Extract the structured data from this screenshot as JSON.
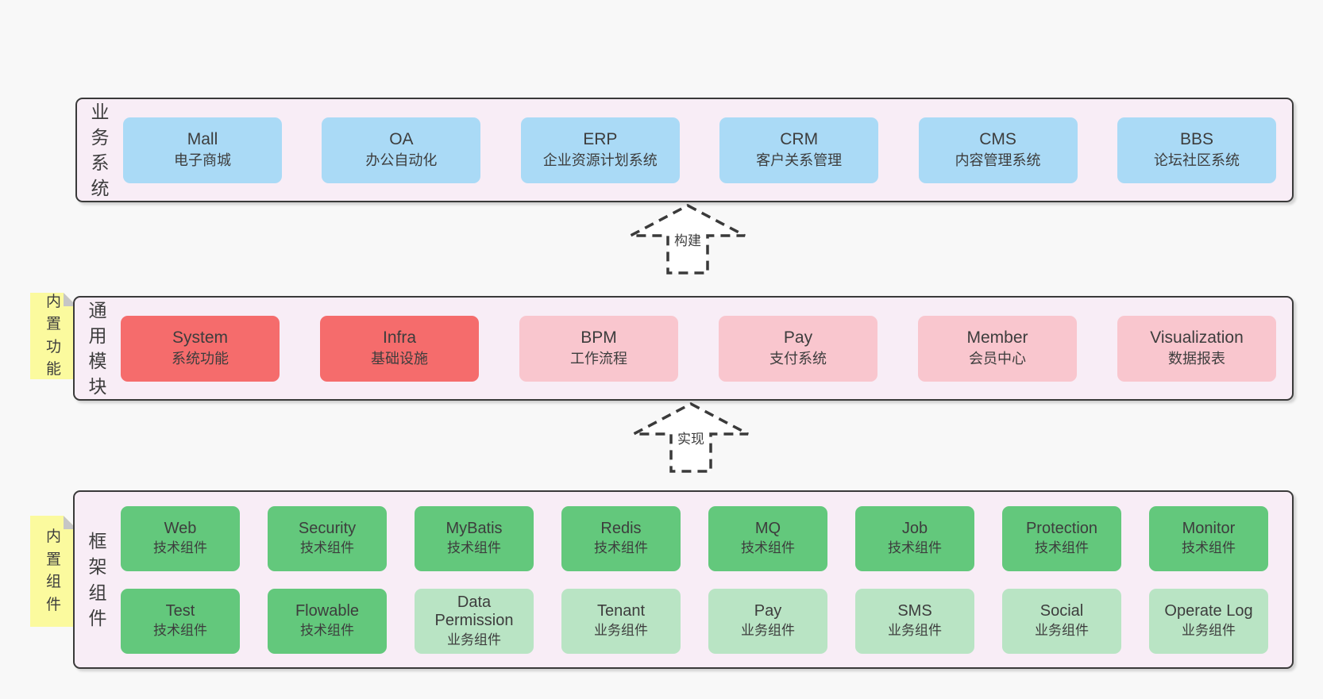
{
  "colors": {
    "page_bg": "#f8f8f8",
    "container_bg": "#f8edf6",
    "border": "#3a3a3a",
    "text": "#3d3d3d",
    "blue": "#aadaf6",
    "red": "#f56c6c",
    "pink": "#f9c6ce",
    "green": "#63c87c",
    "light_green": "#b9e4c4",
    "sticky_yellow": "#fbfa9e",
    "fold_gray": "#c6c6c6",
    "arrow_fill": "#ffffff"
  },
  "arrows": [
    {
      "label": "构建"
    },
    {
      "label": "实现"
    }
  ],
  "layers": [
    {
      "label": "业务系统",
      "rows": [
        [
          {
            "name": "Mall",
            "subtitle": "电子商城",
            "color": "blue"
          },
          {
            "name": "OA",
            "subtitle": "办公自动化",
            "color": "blue"
          },
          {
            "name": "ERP",
            "subtitle": "企业资源计划系统",
            "color": "blue"
          },
          {
            "name": "CRM",
            "subtitle": "客户关系管理",
            "color": "blue"
          },
          {
            "name": "CMS",
            "subtitle": "内容管理系统",
            "color": "blue"
          },
          {
            "name": "BBS",
            "subtitle": "论坛社区系统",
            "color": "blue"
          }
        ]
      ]
    },
    {
      "label": "通用模块",
      "sticky": "内置功能",
      "rows": [
        [
          {
            "name": "System",
            "subtitle": "系统功能",
            "color": "red"
          },
          {
            "name": "Infra",
            "subtitle": "基础设施",
            "color": "red"
          },
          {
            "name": "BPM",
            "subtitle": "工作流程",
            "color": "pink"
          },
          {
            "name": "Pay",
            "subtitle": "支付系统",
            "color": "pink"
          },
          {
            "name": "Member",
            "subtitle": "会员中心",
            "color": "pink"
          },
          {
            "name": "Visualization",
            "subtitle": "数据报表",
            "color": "pink"
          }
        ]
      ]
    },
    {
      "label": "框架组件",
      "sticky": "内置组件",
      "rows": [
        [
          {
            "name": "Web",
            "subtitle": "技术组件",
            "color": "green"
          },
          {
            "name": "Security",
            "subtitle": "技术组件",
            "color": "green"
          },
          {
            "name": "MyBatis",
            "subtitle": "技术组件",
            "color": "green"
          },
          {
            "name": "Redis",
            "subtitle": "技术组件",
            "color": "green"
          },
          {
            "name": "MQ",
            "subtitle": "技术组件",
            "color": "green"
          },
          {
            "name": "Job",
            "subtitle": "技术组件",
            "color": "green"
          },
          {
            "name": "Protection",
            "subtitle": "技术组件",
            "color": "green"
          },
          {
            "name": "Monitor",
            "subtitle": "技术组件",
            "color": "green"
          }
        ],
        [
          {
            "name": "Test",
            "subtitle": "技术组件",
            "color": "green"
          },
          {
            "name": "Flowable",
            "subtitle": "技术组件",
            "color": "green"
          },
          {
            "name": "Data Permission",
            "subtitle": "业务组件",
            "color": "light_green"
          },
          {
            "name": "Tenant",
            "subtitle": "业务组件",
            "color": "light_green"
          },
          {
            "name": "Pay",
            "subtitle": "业务组件",
            "color": "light_green"
          },
          {
            "name": "SMS",
            "subtitle": "业务组件",
            "color": "light_green"
          },
          {
            "name": "Social",
            "subtitle": "业务组件",
            "color": "light_green"
          },
          {
            "name": "Operate Log",
            "subtitle": "业务组件",
            "color": "light_green"
          }
        ]
      ]
    }
  ]
}
